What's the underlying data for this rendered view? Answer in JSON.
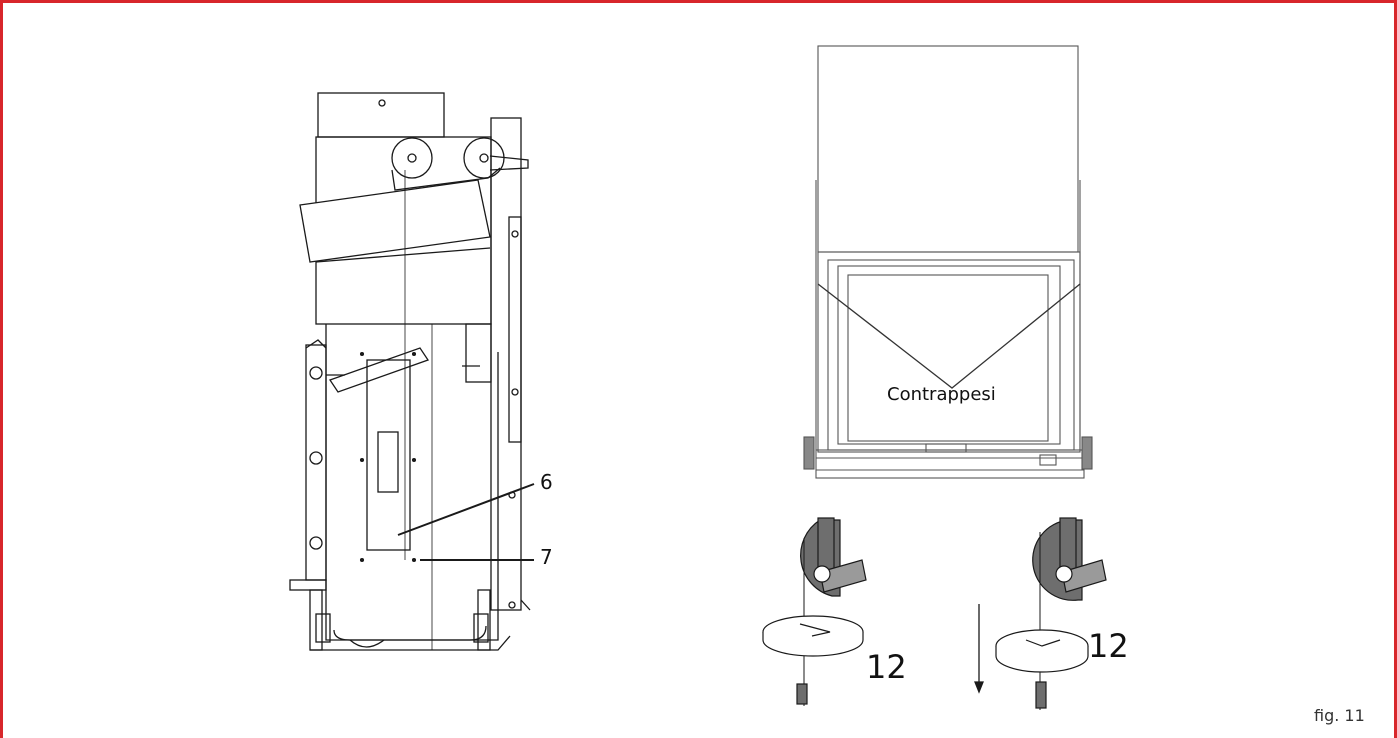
{
  "colors": {
    "frame": "#d8262b",
    "line": "#1a1a1a",
    "gray": "#6e6e6e"
  },
  "labels": {
    "part_6": "6",
    "part_7": "7",
    "counterweights": "Contrappesi",
    "part_12_left": "12",
    "part_12_right": "12",
    "figure": "fig. 11"
  }
}
